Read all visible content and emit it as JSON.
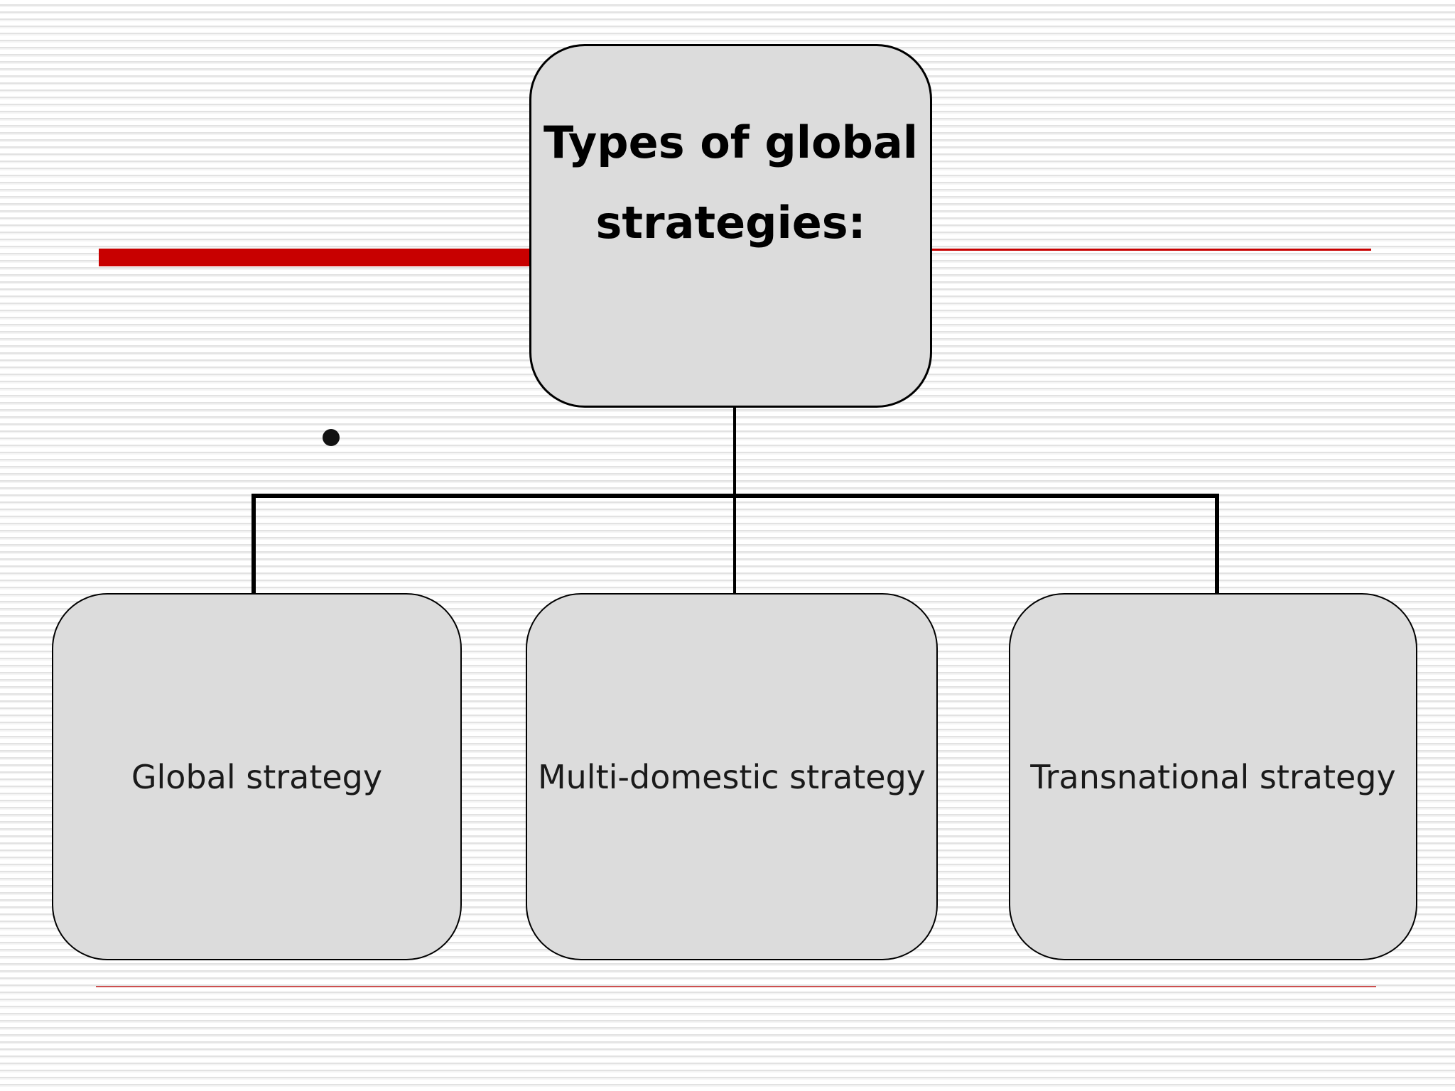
{
  "slide": {
    "title_box": {
      "line1": "Types of global",
      "line2": "strategies:"
    },
    "nodes": [
      {
        "label": "Global strategy"
      },
      {
        "label": "Multi-domestic strategy"
      },
      {
        "label": "Transnational strategy"
      }
    ],
    "icons": {
      "bullet": "bullet-dot"
    },
    "colors": {
      "accent_red": "#c80000",
      "accent_red_thin": "#c02020",
      "box_fill": "#dcdcdc",
      "box_border": "#000000",
      "connector": "#000000",
      "stripe_gray": "#e2e2e2",
      "background": "#ffffff",
      "text": "#1a1a1a"
    }
  }
}
